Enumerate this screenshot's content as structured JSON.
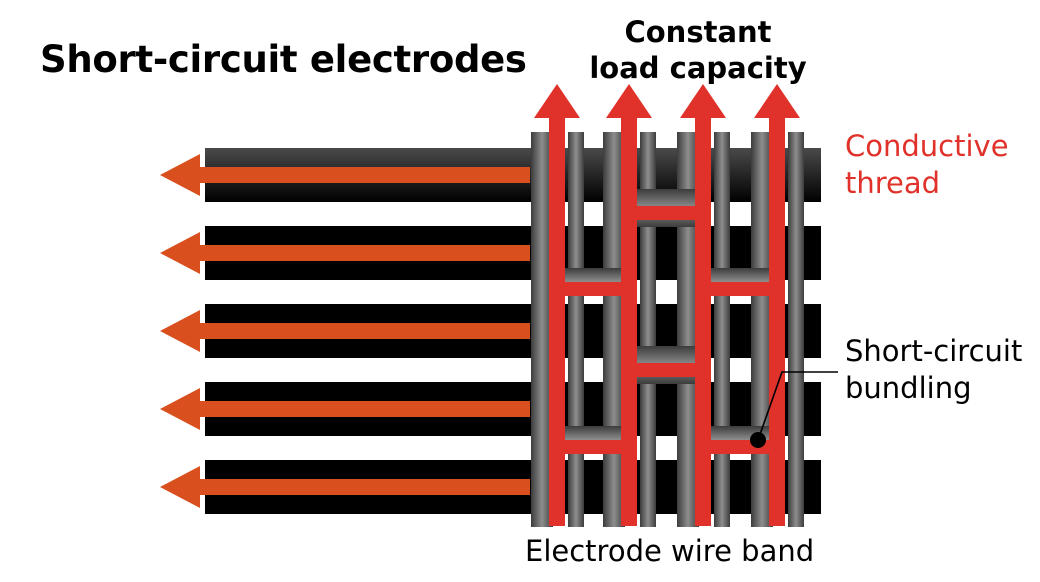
{
  "title": "Short-circuit electrodes",
  "labels": {
    "top_line1": "Constant",
    "top_line2": "load capacity",
    "thread_line1": "Conductive",
    "thread_line2": "thread",
    "bundling_line1": "Short-circuit",
    "bundling_line2": "bundling",
    "band": "Electrode wire band"
  },
  "colors": {
    "conductive_thread": "#e0322a",
    "lead_arrow": "#d94f1e",
    "band_black": "#000000",
    "wire_gray": "#6b6b6b"
  },
  "structure": {
    "horizontal_bands": 5,
    "vertical_threads": 4,
    "lead_arrows": 5
  }
}
